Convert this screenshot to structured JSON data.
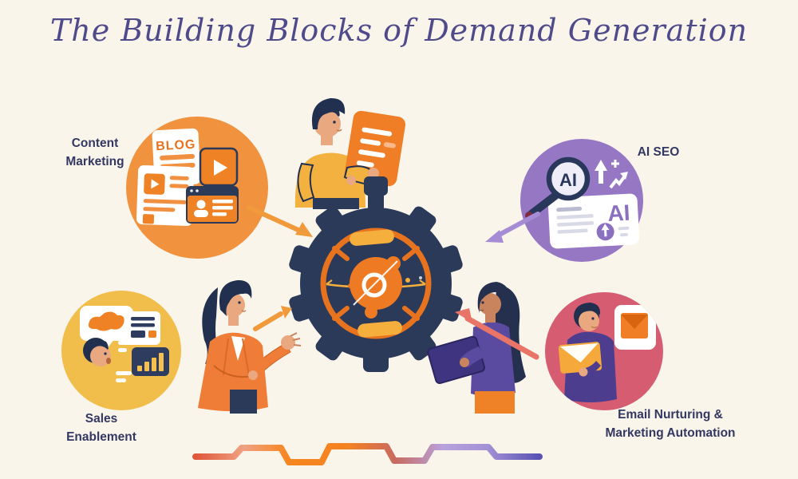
{
  "background_color": "#faf5eb",
  "title": {
    "text": "The Building Blocks of Demand Generation",
    "color": "#4f4a8a"
  },
  "label_color": "#333862",
  "center_graphic": {
    "name": "demand-generation-gear-stopwatch",
    "body_color": "#2b3a59",
    "ring_color": "#e8731f",
    "accent_color": "#f5af3d",
    "core_color": "#ee7b23"
  },
  "blocks": [
    {
      "label": "Content Marketing",
      "position": "top-left",
      "circle_color": "#f0923e",
      "badge": "BLOG",
      "icons": [
        "blog-post-icon",
        "article-video-icon",
        "video-play-card-icon",
        "webinar-window-icon"
      ],
      "arrow_color": "#f09a3c"
    },
    {
      "label": "AI SEO",
      "position": "top-right",
      "circle_color": "#9577c4",
      "magnifier_text": "AI",
      "card_text": "AI",
      "icons": [
        "ai-magnifier-icon",
        "growth-arrow-icon",
        "trend-arrow-icon",
        "ai-ranking-card-icon"
      ],
      "arrow_color": "#a58cd4"
    },
    {
      "label": "Sales Enablement",
      "position": "bottom-left",
      "circle_color": "#f2be4b",
      "icons": [
        "handshake-speech-bubble-icon",
        "sales-document-icon",
        "bar-chart-card-icon",
        "talking-salesperson-icon"
      ],
      "arrow_color": "#f09a3c"
    },
    {
      "label": "Email Nurturing & Marketing Automation",
      "position": "bottom-right",
      "circle_color": "#d65c72",
      "icons": [
        "email-card-icon",
        "person-holding-envelope-icon"
      ],
      "arrow_color": "#e87568"
    }
  ],
  "people": [
    "man-holding-content-sheet",
    "woman-presenting",
    "woman-with-tablet"
  ],
  "pulse_line": {
    "colors": [
      "#df5639",
      "#f0a183",
      "#f58220",
      "#c96a5f",
      "#b8a2de",
      "#5a52b4"
    ]
  }
}
